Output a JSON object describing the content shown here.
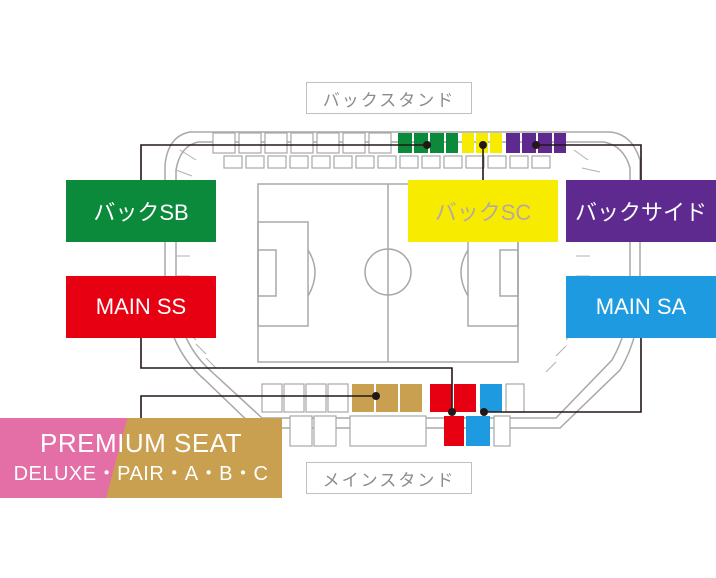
{
  "stands": {
    "back": "バックスタンド",
    "main": "メインスタンド"
  },
  "sections": {
    "back_sb": "バックSB",
    "back_sc": "バックSC",
    "back_side": "バックサイド",
    "main_ss": "MAIN SS",
    "main_sa": "MAIN SA",
    "premium_line1": "PREMIUM SEAT",
    "premium_line2": "DELUXE・PAIR・A・B・C"
  },
  "colors": {
    "back_sb": "#0b8a3c",
    "back_sc": "#f7ec00",
    "back_side": "#5e2a8f",
    "main_ss": "#e60012",
    "main_sa": "#1e9be0",
    "premium_pink": "#e46fa6",
    "premium_gold": "#c8a050",
    "sc_text": "#b8a9a0"
  }
}
